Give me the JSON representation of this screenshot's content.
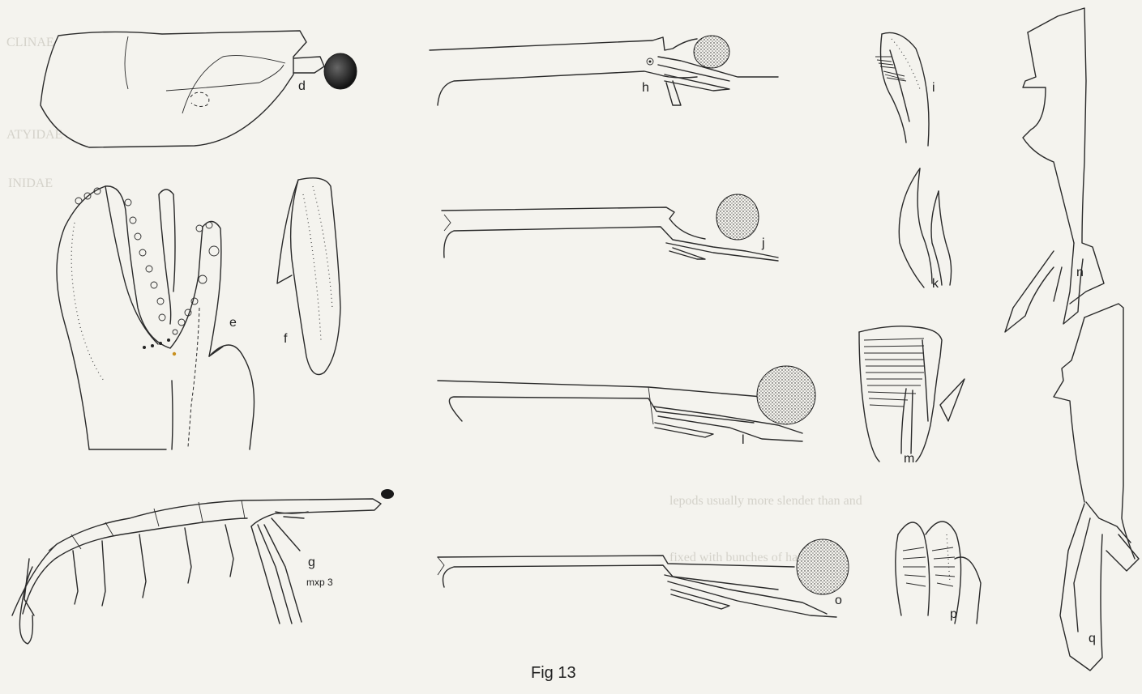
{
  "figure": {
    "caption": "Fig 13",
    "panel_labels": {
      "d": "d",
      "e": "e",
      "f": "f",
      "g": "g",
      "h": "h",
      "i": "i",
      "j": "j",
      "k": "k",
      "l": "l",
      "m": "m",
      "n": "n",
      "o": "o",
      "p": "p",
      "q": "q"
    },
    "annotation_mxp3": "mxp 3"
  },
  "bleed_through_text": [
    "ATYIDAE",
    "INIDAE",
    "CLINAE",
    "lepods usually more slender than and",
    "fixed with bunches of hairs"
  ],
  "colors": {
    "paper": "#f4f3ee",
    "ink": "#2a2a2a",
    "bleed": "#d4d2ca",
    "speck": "#c8901e"
  }
}
